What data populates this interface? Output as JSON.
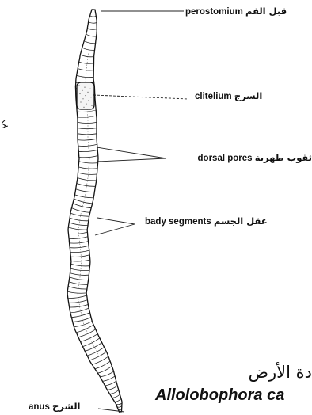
{
  "labels": {
    "perostomium": {
      "en": "perostomium",
      "ar": "قبل الفم"
    },
    "clitelium": {
      "en": "clitelium",
      "ar": "السرج"
    },
    "dorsal_pores": {
      "en": "dorsal pores",
      "ar": "ثقوب ظهرية"
    },
    "body_segments": {
      "en": "bady segments",
      "ar": "عقل الجسم"
    },
    "anus": {
      "en": "anus",
      "ar": "الشرج"
    }
  },
  "title": {
    "arabic": "دة الأرض",
    "scientific": "Allolobophora ca"
  },
  "margin_mark": "ﻜ"
}
